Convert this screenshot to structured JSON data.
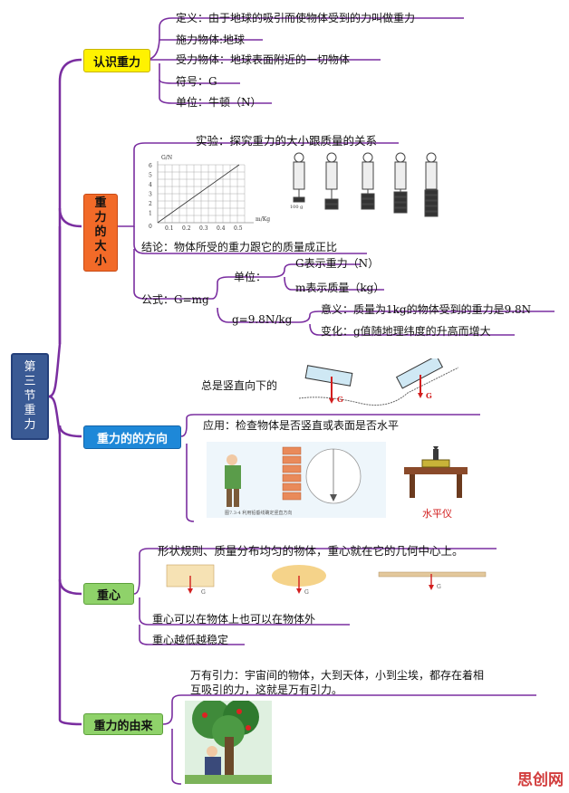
{
  "root": {
    "label": "第三节重力"
  },
  "b1": {
    "label": "认识重力",
    "items": [
      "定义：由于地球的吸引而使物体受到的力叫做重力",
      "施力物体:地球",
      "受力物体：地球表面附近的一切物体",
      "符号：G",
      "单位：牛顿（N）"
    ]
  },
  "b2": {
    "label": "重力的大小",
    "experiment": "实验：探究重力的大小跟质量的关系",
    "conclusion": "结论：物体所受的重力跟它的质量成正比",
    "formula": "公式：G=mg",
    "unit": "单位：",
    "unit_items": [
      "G表示重力（N）",
      "m表示质量（kg）"
    ],
    "g": "g=9.8N/kg",
    "g_items": [
      "意义：质量为1kg的物体受到的重力是9.8N",
      "变化：g值随地理纬度的升高而增大"
    ],
    "graph": {
      "ylabel": "G/N",
      "xlabel": "m/Kg",
      "yticks": [
        "1",
        "2",
        "3",
        "4",
        "5",
        "6"
      ],
      "xticks": [
        "0",
        "0.1",
        "0.2",
        "0.3",
        "0.4",
        "0.5"
      ],
      "origin": "0"
    },
    "mass_label": "100 g"
  },
  "b3": {
    "label": "重力的的方向",
    "direction": "总是竖直向下的",
    "g_mark": "G",
    "application": "应用：检查物体是否竖直或表面是否水平",
    "caption": "图7.3-4  利用铅垂线确定竖直方向",
    "level": "水平仪"
  },
  "b4": {
    "label": "重心",
    "regular": "形状规则、质量分布均匀的物体，重心就在它的几何中心上。",
    "items": [
      "重心可以在物体上也可以在物体外",
      "重心越低越稳定"
    ],
    "g_mark": "G"
  },
  "b5": {
    "label": "重力的由来",
    "universal_1": "万有引力：宇宙间的物体，大到天体，小到尘埃，都存在着相",
    "universal_2": "互吸引的力，这就是万有引力。"
  },
  "watermark": "思创网",
  "colors": {
    "purple": "#7a2ea0",
    "yellow": "#fff200",
    "orange": "#f26a28",
    "blue": "#1e88d8",
    "green": "#8fd26a",
    "root": "#3a5a94"
  }
}
